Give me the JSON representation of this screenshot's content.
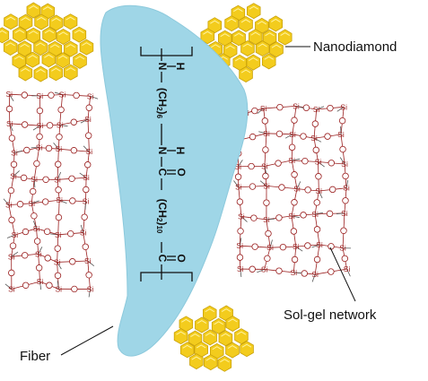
{
  "labels": {
    "nanodiamond": "Nanodiamond",
    "solgel": "Sol-gel network",
    "fiber": "Fiber"
  },
  "chemistry": {
    "h_top": "H",
    "n_top": "N",
    "ch2": "(CH",
    "two": "2",
    "six": "6",
    "ten": "10",
    "close": ")",
    "h_mid": "H",
    "o_mid": "O",
    "n_mid": "N",
    "c_mid": "C",
    "c_bottom": "C",
    "o_bottom": "O"
  },
  "network": {
    "si": "Si",
    "o": "O"
  },
  "colors": {
    "fiber": "#9fd6e7",
    "network": "#9a1f1f",
    "diamond": "#f3cc1d",
    "diamond_dark": "#c9a10a"
  }
}
